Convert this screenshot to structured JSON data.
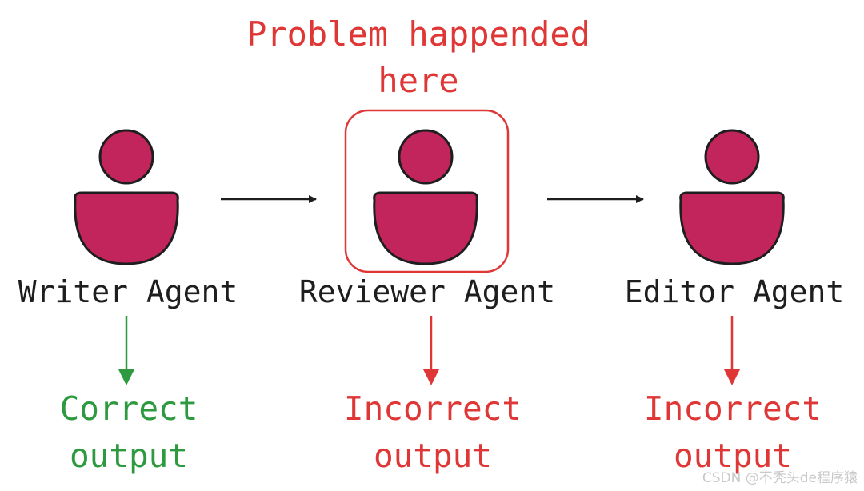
{
  "annotation": {
    "line1": "Problem happended",
    "line2": "here",
    "color": "#df3636"
  },
  "agents": [
    {
      "label": "Writer Agent",
      "output_line1": "Correct",
      "output_line2": "output",
      "status_color": "#2e9a3f"
    },
    {
      "label": "Reviewer Agent",
      "output_line1": "Incorrect",
      "output_line2": "output",
      "status_color": "#df3636"
    },
    {
      "label": "Editor Agent",
      "output_line1": "Incorrect",
      "output_line2": "output",
      "status_color": "#df3636"
    }
  ],
  "icon": "user-icon",
  "colors": {
    "person_fill": "#c2255c",
    "outline": "#1e1e1e",
    "arrow": "#1e1e1e"
  },
  "watermark": "CSDN @不秃头de程序猿"
}
